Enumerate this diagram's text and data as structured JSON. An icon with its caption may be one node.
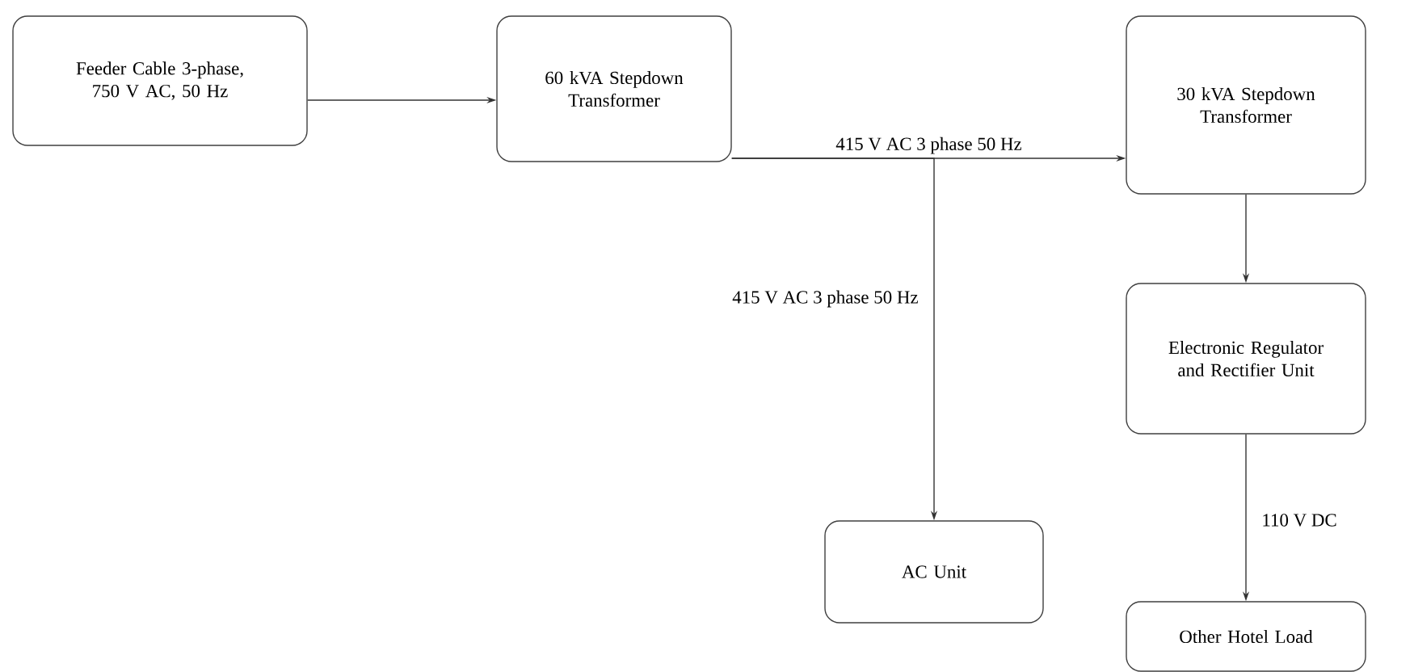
{
  "diagram": {
    "nodes": [
      {
        "text": [
          "Feeder Cable 3-phase, 750 V AC, 50 Hz"
        ]
      },
      {
        "text": [
          "60 kVA Stepdown Transformer"
        ]
      },
      {
        "text": [
          "30 kVA Stepdown Transformer"
        ]
      },
      {
        "text": [
          "Electronic Regulator and Rectifier Unit"
        ]
      },
      {
        "text": [
          "AC Unit"
        ]
      },
      {
        "text": [
          "Other Hotel Load"
        ]
      }
    ],
    "edges": [
      {
        "from": 0,
        "to": 1,
        "arrow": "to"
      },
      {
        "from": 1,
        "to": 2,
        "arrow": "to",
        "label": "415 V AC 3 phase 50 Hz"
      },
      {
        "from": 1,
        "to": 4,
        "arrow": "to",
        "label": "415 V AC 3 phase 50 Hz"
      },
      {
        "from": 2,
        "to": 3,
        "arrow": "to"
      },
      {
        "from": 3,
        "to": 5,
        "arrow": "to",
        "label": "110 V DC"
      }
    ]
  }
}
